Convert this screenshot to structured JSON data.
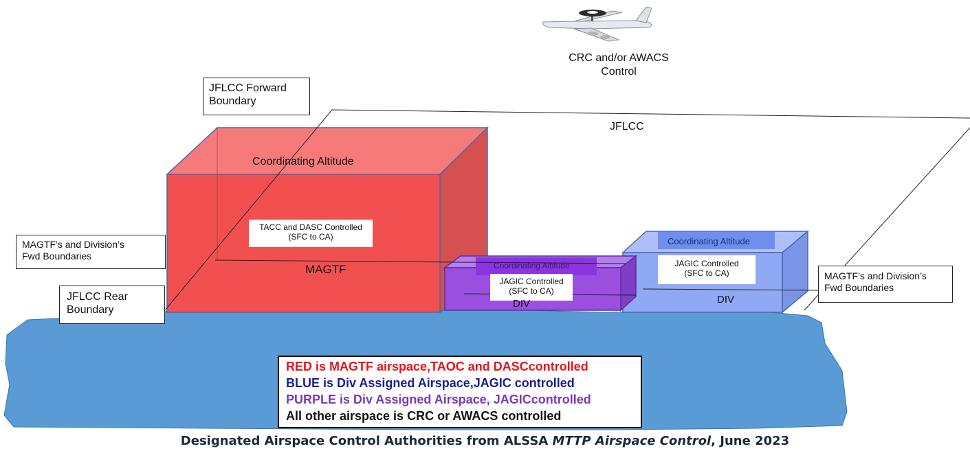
{
  "labels": {
    "awacs_control": [
      "CRC and/or AWACS",
      "Control"
    ],
    "jflcc": "JFLCC",
    "jflcc_forward": [
      "JFLCC Forward",
      "Boundary"
    ],
    "jflcc_rear": [
      "JFLCC Rear",
      "Boundary"
    ],
    "magtf_fwd_left": [
      "MAGTF’s and Division’s",
      "Fwd Boundaries"
    ],
    "magtf_fwd_right": [
      "MAGTF’s and Division’s",
      "Fwd Boundaries"
    ],
    "coord_alt_red": "Coordinating Altitude",
    "coord_alt_purple": "Coordinating Altitude",
    "coord_alt_blue": "Coordinating Altitude",
    "tacc_dasc": [
      "TACC and DASC Controlled",
      "(SFC to CA)"
    ],
    "magtf": "MAGTF",
    "jagic_purple": [
      "JAGIC Controlled",
      "(SFC to CA)"
    ],
    "div_purple": "DIV",
    "jagic_blue": [
      "JAGIC Controlled",
      "(SFC to CA)"
    ],
    "div_blue": "DIV"
  },
  "legend": [
    {
      "text": "RED is MAGTF airspace,TAOC and DASCcontrolled",
      "color": "#e8141b"
    },
    {
      "text": "BLUE is Div Assigned Airspace,JAGIC controlled",
      "color": "#1a1f96"
    },
    {
      "text": "PURPLE is Div Assigned Airspace, JAGICcontrolled",
      "color": "#7a3ab8"
    },
    {
      "text": "All other airspace is CRC or AWACS controlled",
      "color": "#111111"
    }
  ],
  "caption": {
    "before": "Designated Airspace Control Authorities from ALSSA ",
    "italic": "MTTP Airspace Control",
    "after": ", June 2023"
  },
  "colors": {
    "red_box": "#f25050",
    "purple_box": "#9b4fe0",
    "blue_box": "#8fa9f5",
    "ground": "#5b9bd5"
  },
  "icons": {
    "aircraft": "awacs-aircraft-icon"
  }
}
